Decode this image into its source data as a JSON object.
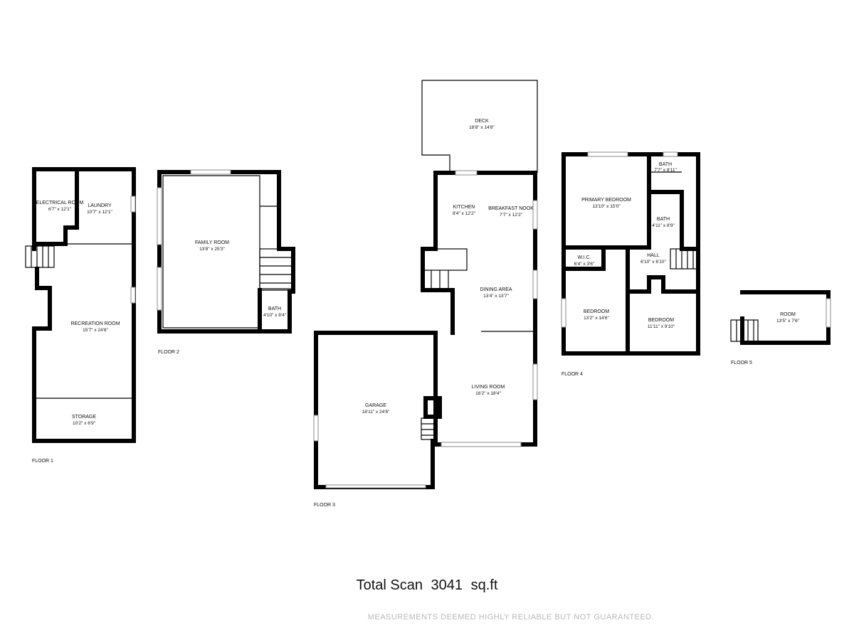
{
  "floors": [
    {
      "label": "FLOOR 1",
      "rooms": [
        {
          "name": "ELECTRICAL ROOM",
          "dim": "6'7\" x 12'1\""
        },
        {
          "name": "LAUNDRY",
          "dim": "10'7\" x 12'1\""
        },
        {
          "name": "RECREATION ROOM",
          "dim": "15'7\" x 24'8\""
        },
        {
          "name": "STORAGE",
          "dim": "10'2\" x 6'9\""
        }
      ]
    },
    {
      "label": "FLOOR 2",
      "rooms": [
        {
          "name": "FAMILY ROOM",
          "dim": "13'8\" x 25'3\""
        },
        {
          "name": "BATH",
          "dim": "4'10\" x 8'4\""
        }
      ]
    },
    {
      "label": "FLOOR 3",
      "rooms": [
        {
          "name": "DECK",
          "dim": "18'8\" x 14'8\""
        },
        {
          "name": "KITCHEN",
          "dim": "8'4\" x 12'2\""
        },
        {
          "name": "BREAKFAST NOOK",
          "dim": "7'7\" x 12'2\""
        },
        {
          "name": "DINING AREA",
          "dim": "13'4\" x 13'7\""
        },
        {
          "name": "LIVING ROOM",
          "dim": "16'2\" x 18'4\""
        },
        {
          "name": "GARAGE",
          "dim": "18'11\" x 24'6\""
        }
      ]
    },
    {
      "label": "FLOOR 4",
      "rooms": [
        {
          "name": "BATH",
          "dim": "7'7\" x 8'11\""
        },
        {
          "name": "PRIMARY BEDROOM",
          "dim": "13'10\" x 15'0\""
        },
        {
          "name": "BATH",
          "dim": "4'11\" x 8'9\""
        },
        {
          "name": "W.I.C.",
          "dim": "6'4\" x 3'6\""
        },
        {
          "name": "HALL",
          "dim": "6'10\" x 6'10\""
        },
        {
          "name": "BEDROOM",
          "dim": "13'2\" x 14'6\""
        },
        {
          "name": "BEDROOM",
          "dim": "11'11\" x 9'10\""
        }
      ]
    },
    {
      "label": "FLOOR 5",
      "rooms": [
        {
          "name": "ROOM",
          "dim": "13'5\" x 7'6\""
        }
      ]
    }
  ],
  "summary": {
    "prefix": "Total Scan",
    "value": "3041",
    "unit": "sq.ft"
  },
  "disclaimer": "MEASUREMENTS DEEMED HIGHLY RELIABLE BUT NOT GUARANTEED."
}
